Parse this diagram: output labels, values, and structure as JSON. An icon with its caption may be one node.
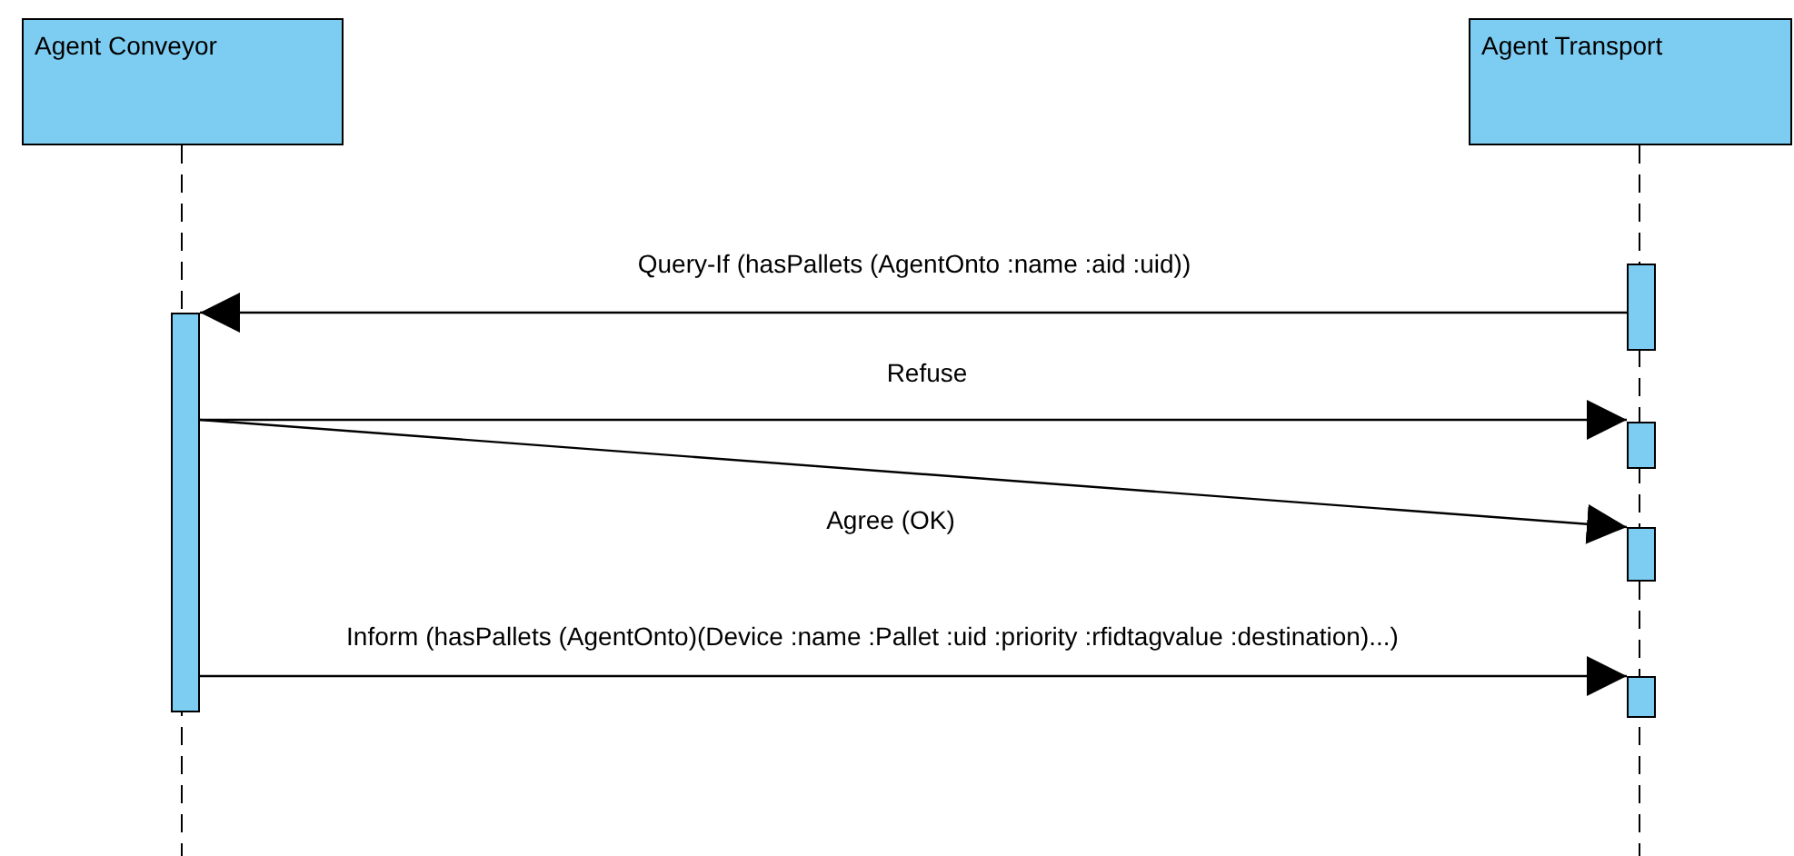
{
  "diagram": {
    "nodes": [
      {
        "text": [
          "Agent Conveyor"
        ]
      },
      {
        "text": [
          "Agent Transport"
        ]
      },
      {
        "text": [],
        "shape": "bar"
      },
      {
        "text": [],
        "shape": "bar"
      },
      {
        "text": [],
        "shape": "bar"
      },
      {
        "text": [],
        "shape": "bar"
      },
      {
        "text": [],
        "shape": "bar"
      }
    ],
    "edges": [
      {
        "from": 2,
        "to": 3,
        "arrow": "to",
        "label": "Query-If (hasPallets (AgentOnto :name :aid :uid))"
      },
      {
        "from": 3,
        "to": 4,
        "arrow": "to",
        "label": "Refuse"
      },
      {
        "from": 3,
        "to": 5,
        "arrow": "to",
        "label": "Agree (OK)"
      },
      {
        "from": 3,
        "to": 6,
        "arrow": "to",
        "label": "Inform (hasPallets (AgentOnto)(Device :name :Pallet :uid :priority :rfidtagvalue :destination)...)"
      }
    ]
  }
}
